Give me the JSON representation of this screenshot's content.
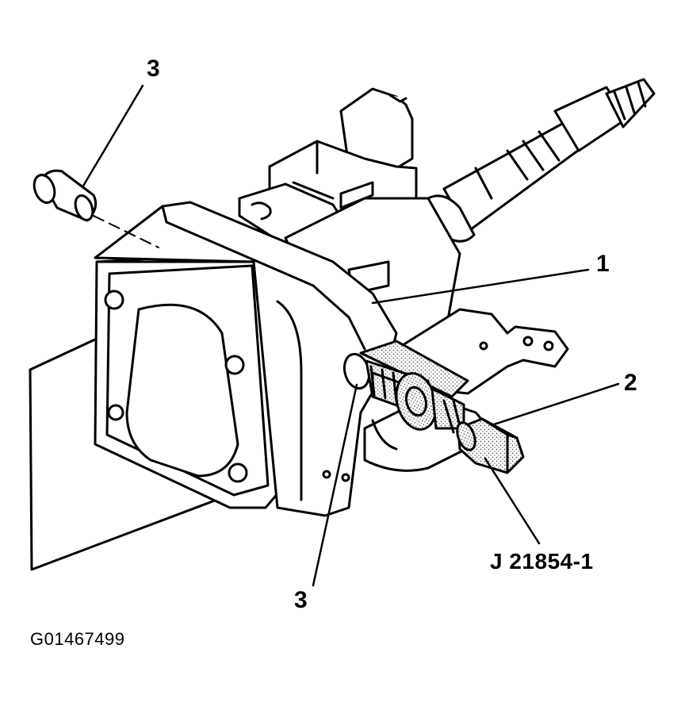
{
  "figure_id": "G01467499",
  "callouts": {
    "pin_top": "3",
    "assembly": "1",
    "bolt": "2",
    "pin_bottom": "3",
    "tool": "J 21854-1"
  },
  "colors": {
    "line": "#000000",
    "background": "#ffffff",
    "stipple": "#555555"
  }
}
